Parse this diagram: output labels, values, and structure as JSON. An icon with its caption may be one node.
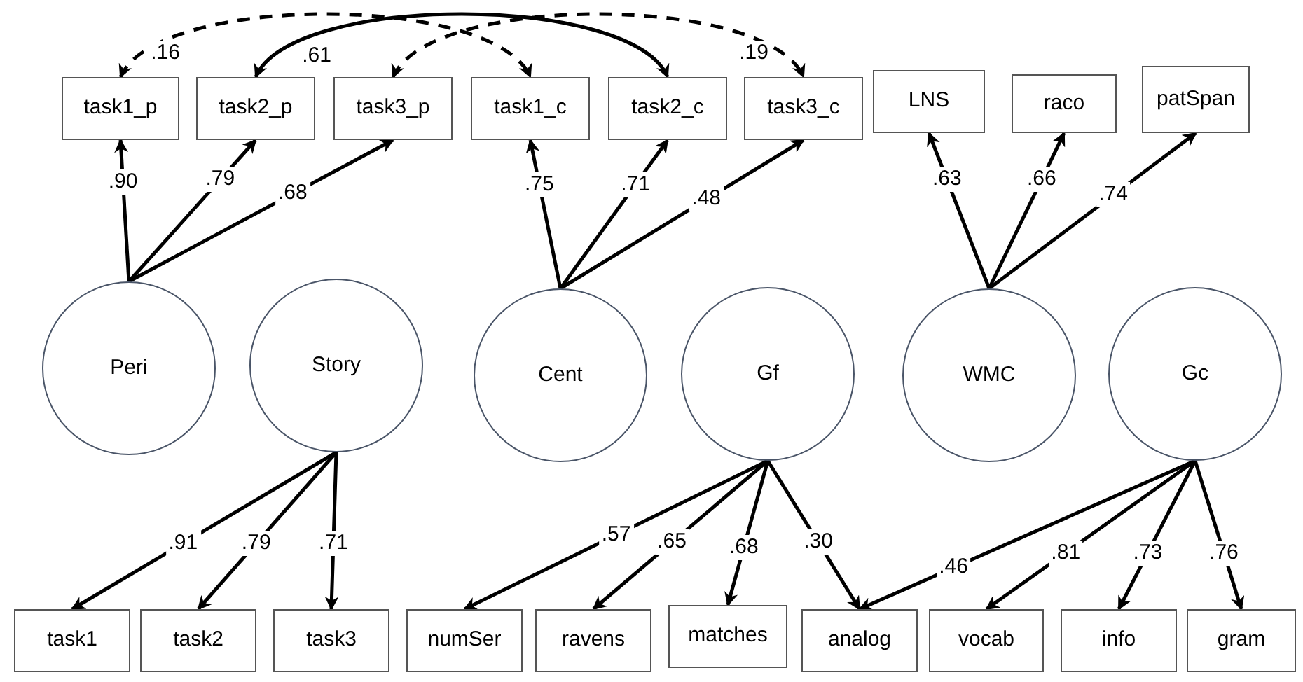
{
  "diagram": {
    "nodes": [
      {
        "text": [
          "task1_p"
        ]
      },
      {
        "text": [
          "task2_p"
        ]
      },
      {
        "text": [
          "task3_p"
        ]
      },
      {
        "text": [
          "task1_c"
        ]
      },
      {
        "text": [
          "task2_c"
        ]
      },
      {
        "text": [
          "task3_c"
        ]
      },
      {
        "text": [
          "LNS"
        ]
      },
      {
        "text": [
          "raco"
        ]
      },
      {
        "text": [
          "patSpan"
        ]
      },
      {
        "text": [
          "Peri"
        ]
      },
      {
        "text": [
          "Story"
        ]
      },
      {
        "text": [
          "Cent"
        ]
      },
      {
        "text": [
          "Gf"
        ]
      },
      {
        "text": [
          "WMC"
        ]
      },
      {
        "text": [
          "Gc"
        ]
      },
      {
        "text": [
          "task1"
        ]
      },
      {
        "text": [
          "task2"
        ]
      },
      {
        "text": [
          "task3"
        ]
      },
      {
        "text": [
          "numSer"
        ]
      },
      {
        "text": [
          "ravens"
        ]
      },
      {
        "text": [
          "matches"
        ]
      },
      {
        "text": [
          "analog"
        ]
      },
      {
        "text": [
          "vocab"
        ]
      },
      {
        "text": [
          "info"
        ]
      },
      {
        "text": [
          "gram"
        ]
      }
    ],
    "edges": [
      {
        "from": 9,
        "to": 0,
        "arrow": "to",
        "label": ".90"
      },
      {
        "from": 9,
        "to": 1,
        "arrow": "to",
        "label": ".79"
      },
      {
        "from": 9,
        "to": 2,
        "arrow": "to",
        "label": ".68"
      },
      {
        "from": 11,
        "to": 3,
        "arrow": "to",
        "label": ".75"
      },
      {
        "from": 11,
        "to": 4,
        "arrow": "to",
        "label": ".71"
      },
      {
        "from": 11,
        "to": 5,
        "arrow": "to",
        "label": ".48"
      },
      {
        "from": 13,
        "to": 6,
        "arrow": "to",
        "label": ".63"
      },
      {
        "from": 13,
        "to": 7,
        "arrow": "to",
        "label": ".66"
      },
      {
        "from": 13,
        "to": 8,
        "arrow": "to",
        "label": ".74"
      },
      {
        "from": 10,
        "to": 15,
        "arrow": "to",
        "label": ".91"
      },
      {
        "from": 10,
        "to": 16,
        "arrow": "to",
        "label": ".79"
      },
      {
        "from": 10,
        "to": 17,
        "arrow": "to",
        "label": ".71"
      },
      {
        "from": 12,
        "to": 18,
        "arrow": "to",
        "label": ".57"
      },
      {
        "from": 12,
        "to": 19,
        "arrow": "to",
        "label": ".65"
      },
      {
        "from": 12,
        "to": 20,
        "arrow": "to",
        "label": ".68"
      },
      {
        "from": 12,
        "to": 21,
        "arrow": "to",
        "label": ".30"
      },
      {
        "from": 14,
        "to": 21,
        "arrow": "to",
        "label": ".46"
      },
      {
        "from": 14,
        "to": 22,
        "arrow": "to",
        "label": ".81"
      },
      {
        "from": 14,
        "to": 23,
        "arrow": "to",
        "label": ".73"
      },
      {
        "from": 14,
        "to": 24,
        "arrow": "to",
        "label": ".76"
      },
      {
        "from": 0,
        "to": 3,
        "arrow": "both",
        "label": ".16",
        "style": "dashed"
      },
      {
        "from": 1,
        "to": 4,
        "arrow": "both",
        "label": ".61"
      },
      {
        "from": 2,
        "to": 5,
        "arrow": "both",
        "label": ".19",
        "style": "dashed"
      }
    ]
  }
}
